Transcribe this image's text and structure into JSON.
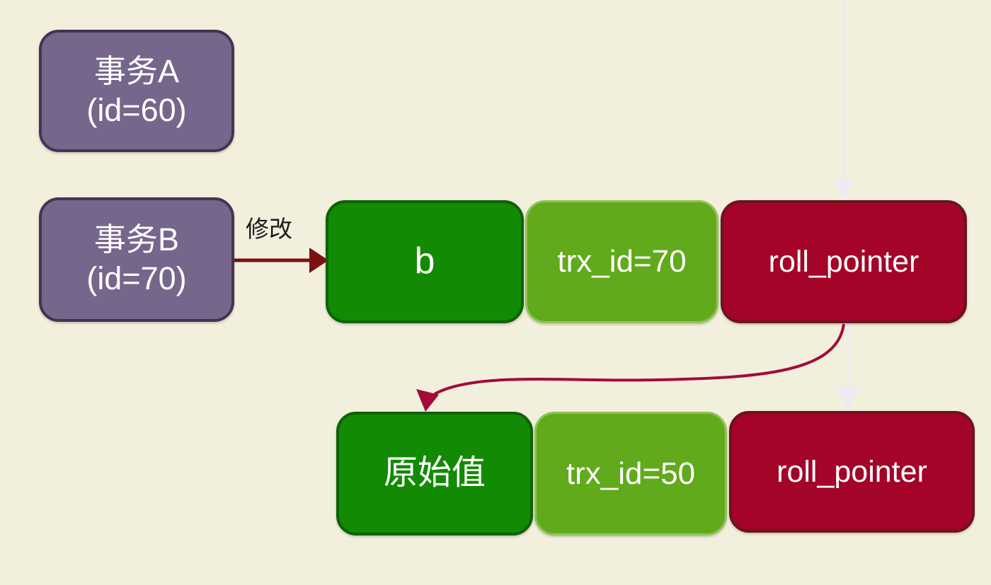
{
  "colors": {
    "background": "#f2efdd",
    "purple_fill": "#76668b",
    "purple_border": "#453354",
    "green_fill": "#128a04",
    "green_border": "#0e6206",
    "lime_fill": "#61aa1b",
    "lime_border": "#8fc35a",
    "crimson_fill": "#a30428",
    "crimson_border": "#6e1220",
    "maroon_arrow": "#7a1113",
    "crimson_arrow": "#a30b3a",
    "light_arrow": "#eceaf4",
    "label_text": "#1c1c1c",
    "box_text": "#ffffff"
  },
  "nodes": {
    "transaction_a": {
      "title": "事务A",
      "id": "(id=60)"
    },
    "transaction_b": {
      "title": "事务B",
      "id": "(id=70)"
    },
    "current_version": {
      "value": "b",
      "trx_id": "trx_id=70",
      "roll_pointer": "roll_pointer"
    },
    "undo_version": {
      "value": "原始值",
      "trx_id": "trx_id=50",
      "roll_pointer": "roll_pointer"
    }
  },
  "labels": {
    "modify": "修改"
  }
}
